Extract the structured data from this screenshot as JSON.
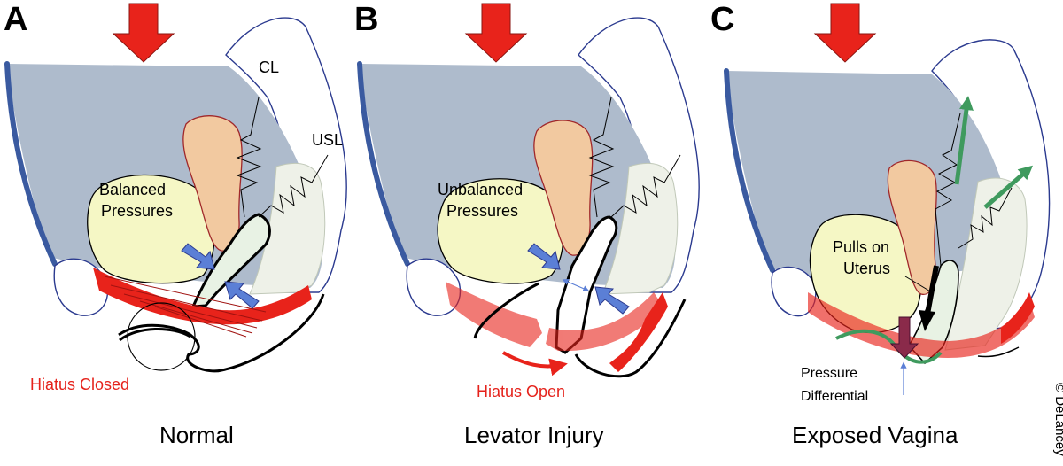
{
  "panels": [
    {
      "letter": "A",
      "caption": "Normal",
      "labels": {
        "cl": "CL",
        "usl": "USL",
        "pressure_line1": "Balanced",
        "pressure_line2": "Pressures",
        "hiatus": "Hiatus Closed"
      }
    },
    {
      "letter": "B",
      "caption": "Levator Injury",
      "labels": {
        "pressure_line1": "Unbalanced",
        "pressure_line2": "Pressures",
        "hiatus": "Hiatus Open"
      }
    },
    {
      "letter": "C",
      "caption": "Exposed Vagina",
      "labels": {
        "pulls_line1": "Pulls on",
        "pulls_line2": "Uterus",
        "diff_line1": "Pressure",
        "diff_line2": "Differential"
      }
    }
  ],
  "copyright": "© DeLancey",
  "colors": {
    "abdomen": "#aebbcc",
    "abdomen_edge": "#3a5aa0",
    "bladder": "#f5f7c5",
    "uterus": "#f2c9a0",
    "rectum": "#eef1e8",
    "levator": "#e8231b",
    "arrow_red": "#e8231b",
    "arrow_blue": "#5b7fd6",
    "arrow_green": "#3f9a5e",
    "outline_blue": "#2b3a8f"
  },
  "icons": {
    "pressure_arrow": "down-arrow-icon",
    "compress_arrow": "blue-arrow-icon",
    "pull_arrow": "green-arrow-icon"
  }
}
